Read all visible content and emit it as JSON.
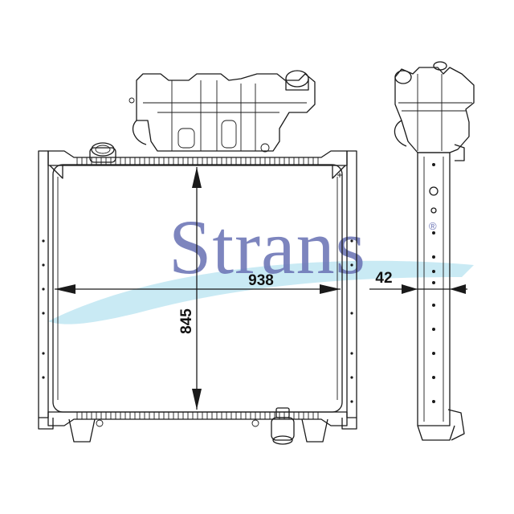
{
  "watermark": {
    "text": "Strans",
    "registered_mark": "®",
    "text_color": "#6f78b8",
    "swoosh_color": "#bfe6f2"
  },
  "dimensions": {
    "width_value": "938",
    "height_value": "845",
    "depth_value": "42"
  },
  "colors": {
    "line": "#1a1a1a",
    "background": "#ffffff"
  }
}
